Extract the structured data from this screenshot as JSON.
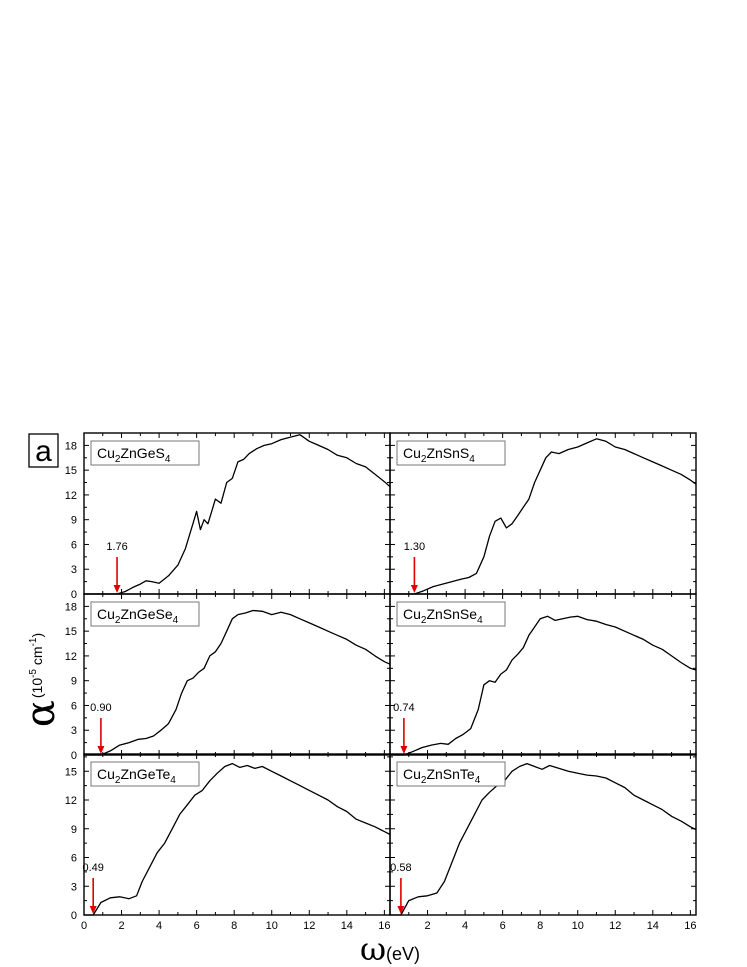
{
  "figure_label": "a",
  "axis": {
    "y_symbol": "α",
    "y_unit_prefix": "(10",
    "y_exp1": "-5",
    "y_unit_mid": " cm",
    "y_exp2": "-1",
    "y_unit_suffix": ")",
    "x_symbol": "ω",
    "x_unit": "(eV)"
  },
  "chart_data": [
    {
      "type": "line",
      "label_base": "Cu",
      "label_sub1": "2",
      "label_mid": "ZnGeS",
      "label_sub2": "4",
      "gap": "1.76",
      "gap_value": 1.76,
      "xlim": [
        0,
        16.3
      ],
      "ylim": [
        0,
        19.5
      ],
      "yticks": [
        0,
        3,
        6,
        9,
        12,
        15,
        18
      ],
      "xticks": [],
      "x": [
        0,
        1.76,
        2.2,
        2.6,
        3.0,
        3.3,
        3.6,
        4.0,
        4.5,
        5.0,
        5.4,
        5.8,
        6.0,
        6.2,
        6.4,
        6.6,
        6.8,
        7.0,
        7.3,
        7.6,
        7.9,
        8.2,
        8.5,
        8.8,
        9.2,
        9.6,
        10.0,
        10.5,
        11.0,
        11.5,
        12.0,
        12.5,
        13.0,
        13.5,
        14.0,
        14.5,
        15.0,
        15.5,
        16.0,
        16.3
      ],
      "y": [
        0,
        0,
        0.3,
        0.8,
        1.2,
        1.6,
        1.5,
        1.3,
        2.2,
        3.5,
        5.5,
        8.5,
        10.0,
        7.8,
        9.0,
        8.5,
        10.0,
        11.5,
        11.0,
        13.5,
        14.0,
        16.0,
        16.3,
        17.0,
        17.6,
        18.0,
        18.2,
        18.7,
        19.0,
        19.3,
        18.5,
        18.0,
        17.5,
        16.8,
        16.5,
        15.8,
        15.4,
        14.5,
        13.6,
        13.0
      ]
    },
    {
      "type": "line",
      "label_base": "Cu",
      "label_sub1": "2",
      "label_mid": "ZnSnS",
      "label_sub2": "4",
      "gap": "1.30",
      "gap_value": 1.3,
      "xlim": [
        0,
        16.3
      ],
      "ylim": [
        0,
        19.5
      ],
      "yticks": [],
      "xticks": [],
      "x": [
        0,
        1.3,
        1.8,
        2.3,
        2.8,
        3.3,
        3.8,
        4.2,
        4.6,
        5.0,
        5.3,
        5.6,
        5.9,
        6.2,
        6.5,
        6.8,
        7.1,
        7.4,
        7.7,
        8.0,
        8.3,
        8.6,
        9.0,
        9.5,
        10.0,
        10.5,
        11.0,
        11.5,
        12.0,
        12.5,
        13.0,
        13.5,
        14.0,
        14.5,
        15.0,
        15.5,
        16.0,
        16.3
      ],
      "y": [
        0,
        0,
        0.4,
        0.9,
        1.2,
        1.5,
        1.8,
        2.0,
        2.5,
        4.5,
        7.0,
        8.8,
        9.2,
        8.0,
        8.5,
        9.5,
        10.5,
        11.5,
        13.5,
        15.0,
        16.5,
        17.2,
        17.0,
        17.5,
        17.8,
        18.3,
        18.8,
        18.5,
        17.8,
        17.5,
        17.0,
        16.5,
        16.0,
        15.5,
        15.0,
        14.5,
        13.8,
        13.3
      ]
    },
    {
      "type": "line",
      "label_base": "Cu",
      "label_sub1": "2",
      "label_mid": "ZnGeSe",
      "label_sub2": "4",
      "gap": "0.90",
      "gap_value": 0.9,
      "xlim": [
        0,
        16.3
      ],
      "ylim": [
        0,
        19.5
      ],
      "yticks": [
        0,
        3,
        6,
        9,
        12,
        15,
        18
      ],
      "xticks": [],
      "x": [
        0,
        0.9,
        1.4,
        1.9,
        2.4,
        2.9,
        3.3,
        3.7,
        4.1,
        4.5,
        4.9,
        5.2,
        5.5,
        5.8,
        6.1,
        6.4,
        6.7,
        7.0,
        7.3,
        7.6,
        7.9,
        8.2,
        8.6,
        9.0,
        9.5,
        10.0,
        10.5,
        11.0,
        11.5,
        12.0,
        12.5,
        13.0,
        13.5,
        14.0,
        14.5,
        15.0,
        15.5,
        16.0,
        16.3
      ],
      "y": [
        0,
        0,
        0.5,
        1.2,
        1.5,
        1.9,
        2.0,
        2.3,
        3.0,
        3.8,
        5.5,
        7.5,
        9.0,
        9.3,
        10.0,
        10.5,
        12.0,
        12.5,
        13.5,
        15.0,
        16.5,
        17.0,
        17.2,
        17.5,
        17.4,
        17.0,
        17.3,
        17.0,
        16.5,
        16.0,
        15.5,
        15.0,
        14.5,
        14.0,
        13.3,
        12.8,
        12.0,
        11.3,
        11.0
      ]
    },
    {
      "type": "line",
      "label_base": "Cu",
      "label_sub1": "2",
      "label_mid": "ZnSnSe",
      "label_sub2": "4",
      "gap": "0.74",
      "gap_value": 0.74,
      "xlim": [
        0,
        16.3
      ],
      "ylim": [
        0,
        19.5
      ],
      "yticks": [],
      "xticks": [],
      "x": [
        0,
        0.74,
        1.2,
        1.7,
        2.2,
        2.7,
        3.1,
        3.5,
        3.9,
        4.3,
        4.7,
        5.0,
        5.3,
        5.6,
        5.9,
        6.2,
        6.5,
        6.8,
        7.1,
        7.4,
        7.7,
        8.0,
        8.4,
        8.8,
        9.2,
        9.6,
        10.0,
        10.5,
        11.0,
        11.5,
        12.0,
        12.5,
        13.0,
        13.5,
        14.0,
        14.5,
        15.0,
        15.5,
        16.0,
        16.3
      ],
      "y": [
        0,
        0,
        0.4,
        0.9,
        1.2,
        1.4,
        1.3,
        2.0,
        2.5,
        3.2,
        5.5,
        8.5,
        9.0,
        8.8,
        9.8,
        10.3,
        11.5,
        12.2,
        13.0,
        14.5,
        15.5,
        16.5,
        16.8,
        16.3,
        16.5,
        16.7,
        16.8,
        16.4,
        16.2,
        15.8,
        15.5,
        15.0,
        14.5,
        14.0,
        13.3,
        12.8,
        12.0,
        11.2,
        10.5,
        10.3
      ]
    },
    {
      "type": "line",
      "label_base": "Cu",
      "label_sub1": "2",
      "label_mid": "ZnGeTe",
      "label_sub2": "4",
      "gap": "0.49",
      "gap_value": 0.49,
      "xlim": [
        0,
        16.3
      ],
      "ylim": [
        0,
        16.8
      ],
      "yticks": [
        0,
        3,
        6,
        9,
        12,
        15
      ],
      "xticks": [
        0,
        2,
        4,
        6,
        8,
        10,
        12,
        14,
        16
      ],
      "x": [
        0,
        0.49,
        0.9,
        1.4,
        1.9,
        2.4,
        2.8,
        3.1,
        3.5,
        3.9,
        4.3,
        4.7,
        5.1,
        5.5,
        5.9,
        6.3,
        6.7,
        7.1,
        7.5,
        7.9,
        8.3,
        8.7,
        9.1,
        9.5,
        10.0,
        10.5,
        11.0,
        11.5,
        12.0,
        12.5,
        13.0,
        13.5,
        14.0,
        14.5,
        15.0,
        15.5,
        16.0,
        16.3
      ],
      "y": [
        0,
        0,
        1.3,
        1.8,
        1.9,
        1.7,
        2.0,
        3.5,
        5.0,
        6.5,
        7.5,
        9.0,
        10.5,
        11.5,
        12.5,
        13.0,
        14.0,
        14.8,
        15.5,
        15.8,
        15.4,
        15.6,
        15.3,
        15.5,
        15.0,
        14.5,
        14.0,
        13.5,
        13.0,
        12.5,
        12.0,
        11.3,
        10.8,
        10.0,
        9.6,
        9.2,
        8.7,
        8.4
      ]
    },
    {
      "type": "line",
      "label_base": "Cu",
      "label_sub1": "2",
      "label_mid": "ZnSnTe",
      "label_sub2": "4",
      "gap": "0.58",
      "gap_value": 0.58,
      "xlim": [
        0,
        16.3
      ],
      "ylim": [
        0,
        16.8
      ],
      "yticks": [],
      "xticks": [
        2,
        4,
        6,
        8,
        10,
        12,
        14,
        16
      ],
      "x": [
        0,
        0.58,
        1.0,
        1.5,
        2.0,
        2.5,
        2.9,
        3.3,
        3.7,
        4.1,
        4.5,
        4.9,
        5.3,
        5.7,
        6.1,
        6.5,
        6.9,
        7.3,
        7.7,
        8.1,
        8.5,
        9.0,
        9.5,
        10.0,
        10.5,
        11.0,
        11.5,
        12.0,
        12.5,
        13.0,
        13.5,
        14.0,
        14.5,
        15.0,
        15.5,
        16.0,
        16.3
      ],
      "y": [
        0,
        0,
        1.5,
        1.9,
        2.0,
        2.3,
        3.5,
        5.5,
        7.5,
        9.0,
        10.5,
        12.0,
        12.8,
        13.5,
        14.0,
        15.0,
        15.5,
        15.8,
        15.5,
        15.2,
        15.6,
        15.3,
        15.0,
        14.8,
        14.6,
        14.5,
        14.3,
        13.8,
        13.3,
        12.5,
        12.0,
        11.5,
        11.0,
        10.3,
        9.8,
        9.2,
        8.9
      ]
    }
  ]
}
